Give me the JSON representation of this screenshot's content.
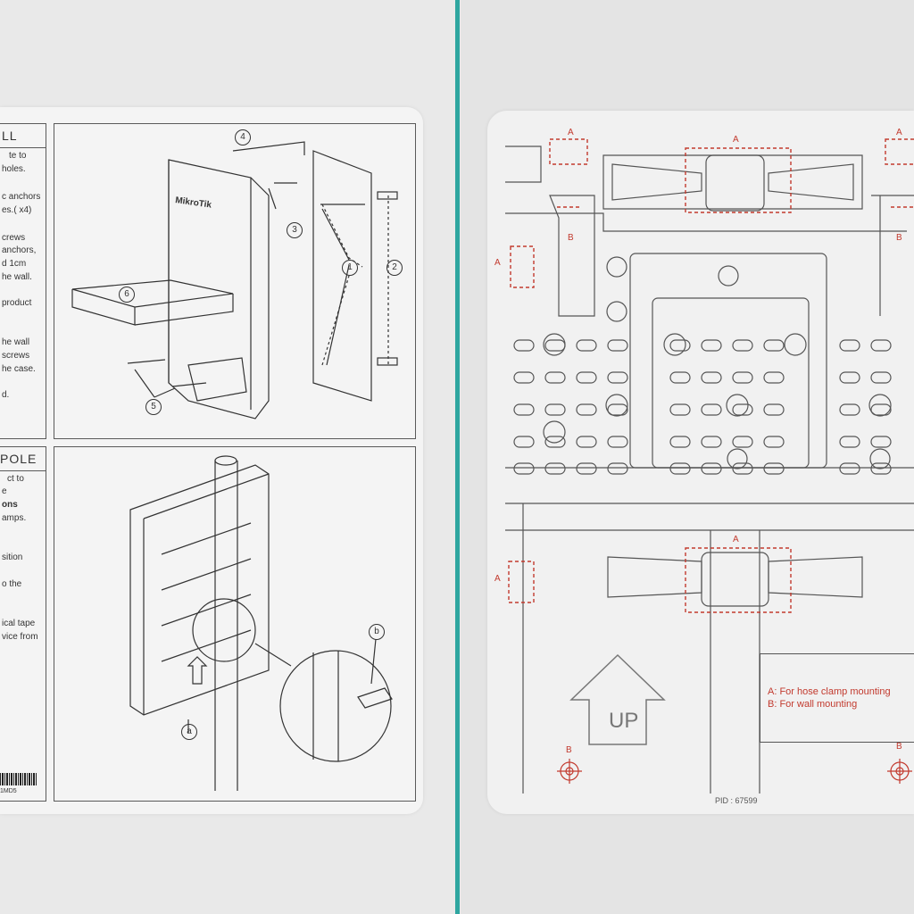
{
  "left_sheet": {
    "section_wall": {
      "header": "LL",
      "lines": [
        "te to",
        "holes.",
        "c anchors",
        "es.( x4)",
        "crews",
        "anchors,",
        "d 1cm",
        "he wall.",
        "product",
        "he wall",
        "screws",
        "he case.",
        "d."
      ]
    },
    "section_pole": {
      "header": "POLE",
      "lines": [
        "ct to",
        "e",
        "ons",
        "amps.",
        "sition",
        "o the",
        "ical tape",
        "vice from"
      ]
    },
    "callouts": [
      "4",
      "3",
      "1",
      "2",
      "6",
      "5",
      "a",
      "b"
    ],
    "device_logo": "MikroTik",
    "barcode_text": "1MD5"
  },
  "right_sheet": {
    "label_a": "A",
    "label_b": "B",
    "up_label": "UP",
    "legend": {
      "line1": "A: For hose clamp mounting",
      "line2": "B: For wall mounting"
    },
    "pid": "PID : 67599"
  }
}
